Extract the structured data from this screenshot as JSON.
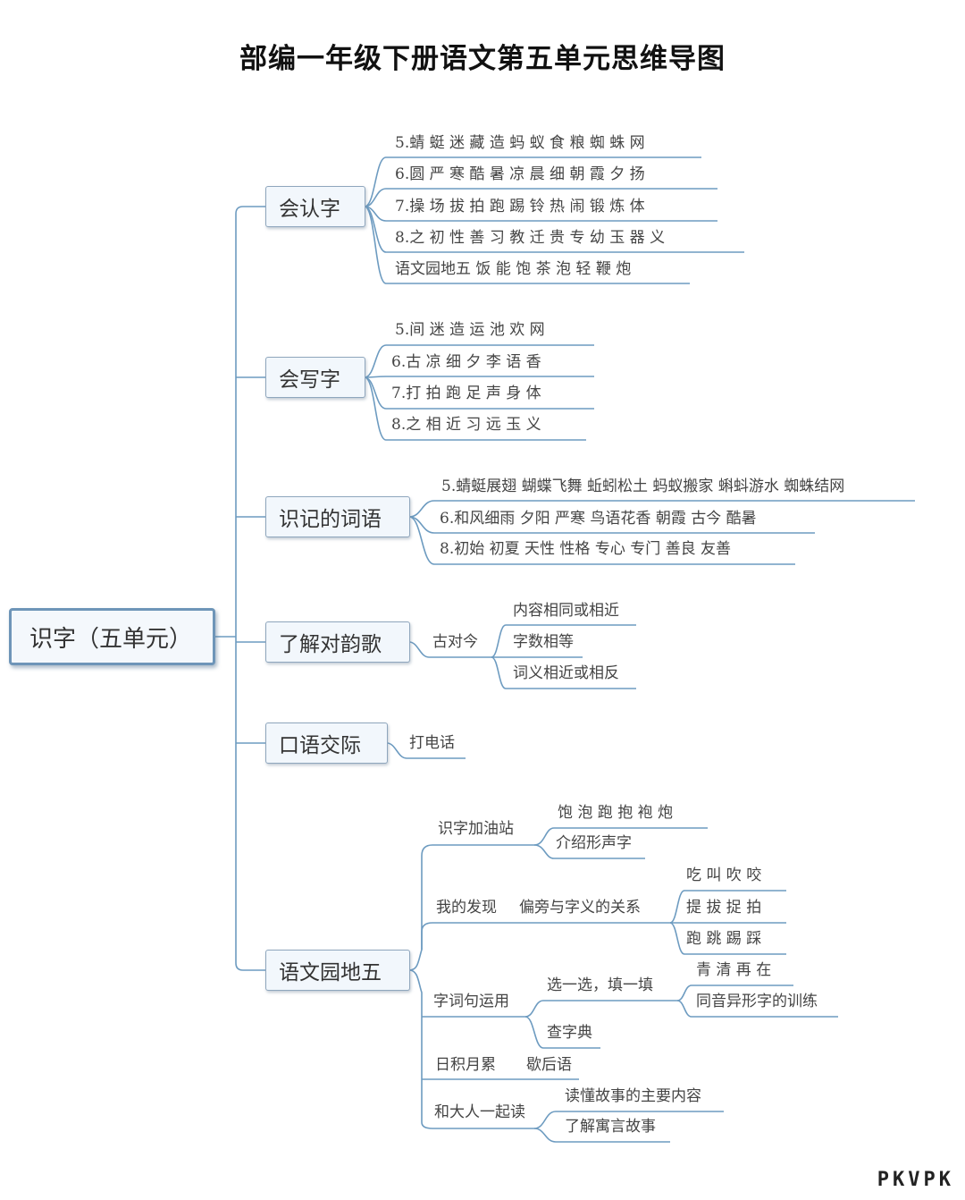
{
  "title": "部编一年级下册语文第五单元思维导图",
  "root": "识字（五单元）",
  "watermark": "PKVPK",
  "branches": {
    "b1": {
      "label": "会认字",
      "items": [
        "5.蜻 蜓 迷 藏 造 蚂 蚁 食 粮 蜘 蛛 网",
        "6.圆 严 寒 酷 暑 凉 晨 细 朝 霞 夕 扬",
        "7.操 场 拔 拍 跑 踢 铃 热 闹 锻 炼 体",
        "8.之 初 性 善 习 教 迁 贵 专 幼 玉 器 义",
        "语文园地五 饭 能 饱 茶 泡 轻 鞭 炮"
      ]
    },
    "b2": {
      "label": "会写字",
      "items": [
        "5.间 迷 造 运 池 欢 网",
        "6.古 凉 细 夕 李 语 香",
        "7.打 拍 跑 足 声 身 体",
        "8.之 相 近 习 远 玉 义"
      ]
    },
    "b3": {
      "label": "识记的词语",
      "items": [
        "5.蜻蜓展翅  蝴蝶飞舞  蚯蚓松土  蚂蚁搬家  蝌蚪游水  蜘蛛结网",
        "6.和风细雨  夕阳  严寒  鸟语花香  朝霞  古今  酷暑",
        "8.初始  初夏  天性  性格  专心  专门  善良  友善"
      ]
    },
    "b4": {
      "label": "了解对韵歌",
      "sub": "古对今",
      "items": [
        "内容相同或相近",
        "字数相等",
        "词义相近或相反"
      ]
    },
    "b5": {
      "label": "口语交际",
      "sub": "打电话"
    },
    "b6": {
      "label": "语文园地五",
      "g1": {
        "label": "识字加油站",
        "items": [
          "饱 泡 跑 抱 袍 炮",
          "介绍形声字"
        ]
      },
      "g2": {
        "label": "我的发现",
        "sub": "偏旁与字义的关系",
        "items": [
          "吃 叫 吹 咬",
          "提 拔 捉 拍",
          "跑 跳 踢 踩"
        ]
      },
      "g3": {
        "label": "字词句运用",
        "sub": "选一选，填一填",
        "items": [
          "青 清 再 在",
          "同音异形字的训练"
        ],
        "extra": "查字典"
      },
      "g4": {
        "label": "日积月累",
        "sub": "歇后语"
      },
      "g5": {
        "label": "和大人一起读",
        "items": [
          "读懂故事的主要内容",
          "了解寓言故事"
        ]
      }
    }
  },
  "colors": {
    "line": "#6d9bc0",
    "box_border": "#8fa6bd",
    "box_fill": "#f2f7fc"
  }
}
